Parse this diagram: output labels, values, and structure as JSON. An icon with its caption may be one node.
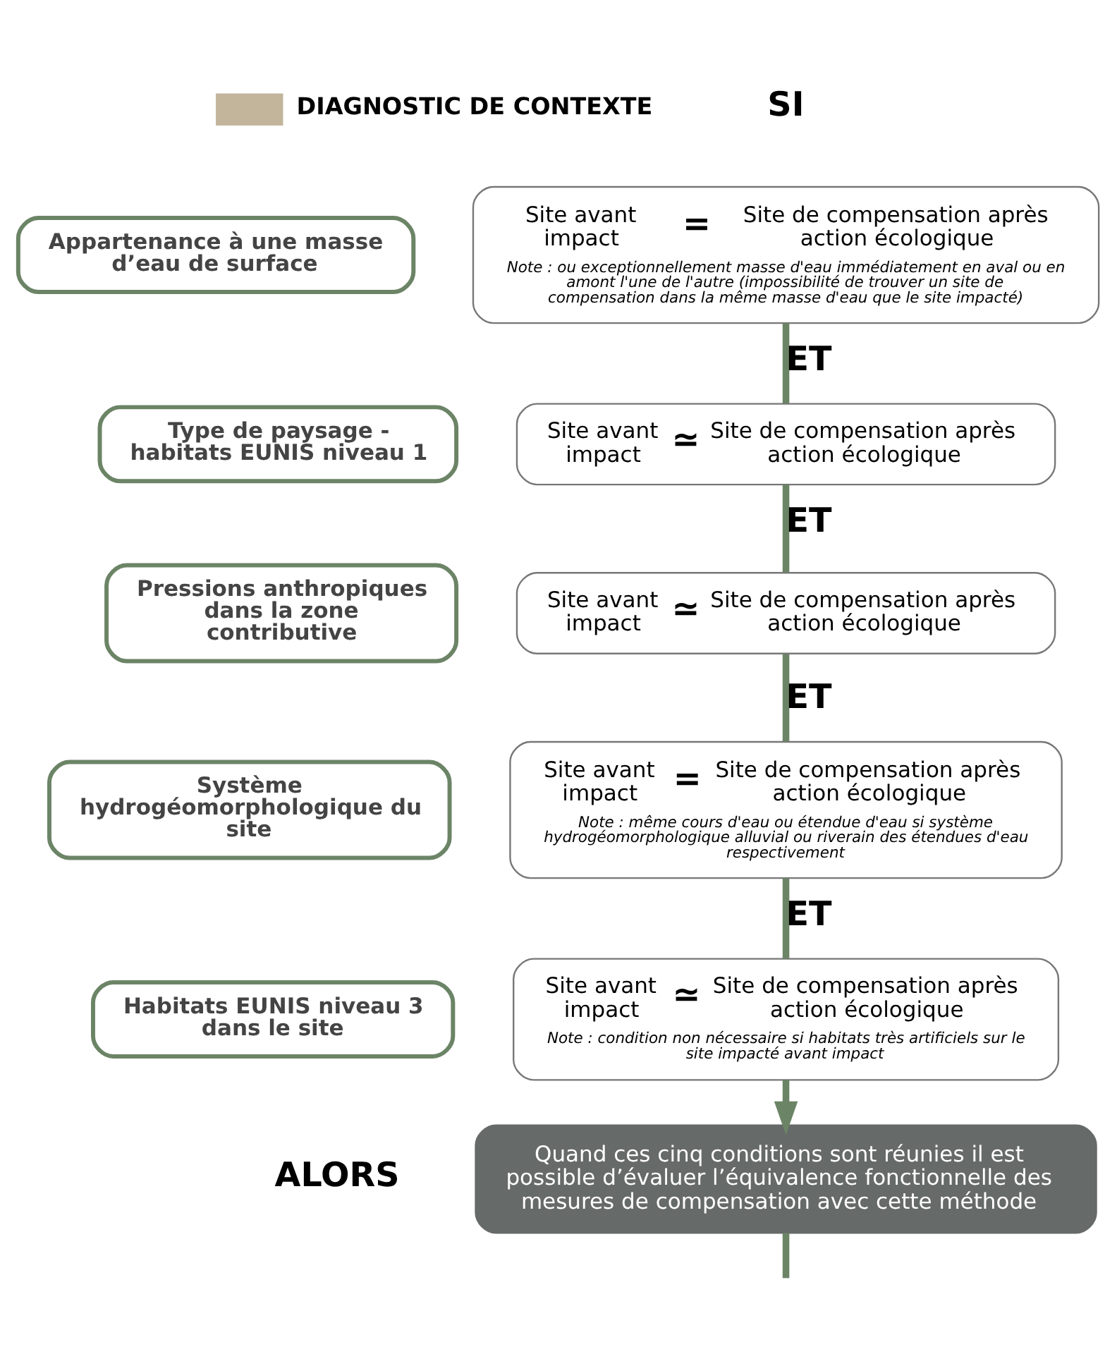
{
  "diagram": {
    "nodes": [
      {
        "text": [
          "Appartenance à une masse d’eau de surface"
        ]
      },
      {
        "text": [
          "Site avant impact",
          "=",
          "Site de compensation après action écologique",
          "Note : ou exceptionnellement masse d'eau immédiatement en aval ou en amont l'une de l'autre (impossibilité de trouver un site de compensation dans la même masse d'eau que le site impacté)"
        ]
      },
      {
        "text": [
          "Type de paysage - habitats EUNIS niveau 1"
        ]
      },
      {
        "text": [
          "Site avant impact",
          "≃",
          "Site de compensation après action écologique"
        ]
      },
      {
        "text": [
          "Pressions anthropiques dans la zone contributive"
        ]
      },
      {
        "text": [
          "Site avant impact",
          "≃",
          "Site de compensation après action écologique"
        ]
      },
      {
        "text": [
          "Système hydrogéomorphologique du site"
        ]
      },
      {
        "text": [
          "Site avant impact",
          "=",
          "Site de compensation après action écologique",
          "Note : même cours d'eau ou étendue d'eau si système hydrogéomorphologique alluvial ou riverain des étendues d'eau respectivement"
        ]
      },
      {
        "text": [
          "Habitats EUNIS niveau 3 dans le site"
        ]
      },
      {
        "text": [
          "Site avant impact",
          "≃",
          "Site de compensation après action écologique",
          "Note : condition non nécessaire si habitats très artificiels sur le site impacté avant impact"
        ]
      },
      {
        "text": [
          "Quand ces cinq conditions sont réunies il est possible d’évaluer l’équivalence fonctionnelle des mesures de compensation avec cette méthode"
        ]
      }
    ],
    "edges": [
      {
        "from": 1,
        "to": 3,
        "arrow": "none",
        "label": "ET"
      },
      {
        "from": 3,
        "to": 5,
        "arrow": "none",
        "label": "ET"
      },
      {
        "from": 5,
        "to": 7,
        "arrow": "none",
        "label": "ET"
      },
      {
        "from": 7,
        "to": 9,
        "arrow": "none",
        "label": "ET"
      },
      {
        "from": 9,
        "to": 10,
        "arrow": "to"
      },
      {
        "from": 10,
        "to": null,
        "arrow": "none"
      }
    ],
    "labels": [
      "SI",
      "ALORS"
    ],
    "legend": [
      {
        "text": "DIAGNOSTIC DE CONTEXTE",
        "color": "#c2b59b"
      }
    ]
  }
}
